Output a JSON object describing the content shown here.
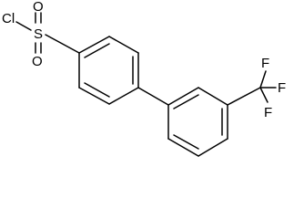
{
  "molecule": {
    "atoms": {
      "chlorine": "Cl",
      "sulfur": "S",
      "oxygen_top": "O",
      "oxygen_bottom": "O",
      "fluorine_top": "F",
      "fluorine_right": "F",
      "fluorine_bottom": "F"
    }
  }
}
